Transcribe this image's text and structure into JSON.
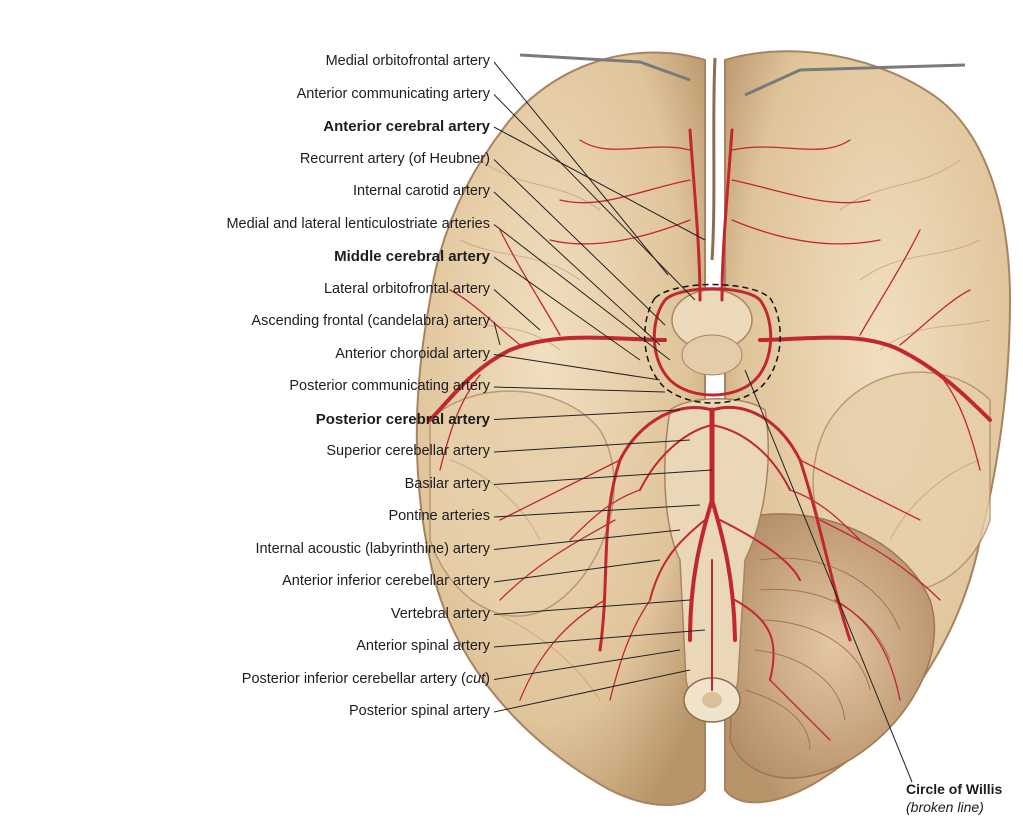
{
  "labels": [
    {
      "text": "Medial orbitofrontal artery",
      "bold": false
    },
    {
      "text": "Anterior communicating artery",
      "bold": false
    },
    {
      "text": "Anterior cerebral artery",
      "bold": true
    },
    {
      "text": "Recurrent artery (of Heubner)",
      "bold": false
    },
    {
      "text": "Internal carotid artery",
      "bold": false
    },
    {
      "text": "Medial and lateral lenticulostriate arteries",
      "bold": false
    },
    {
      "text": "Middle cerebral artery",
      "bold": true
    },
    {
      "text": "Lateral orbitofrontal artery",
      "bold": false
    },
    {
      "text": "Ascending frontal (candelabra) artery",
      "bold": false
    },
    {
      "text": "Anterior choroidal artery",
      "bold": false
    },
    {
      "text": "Posterior communicating artery",
      "bold": false
    },
    {
      "text": "Posterior cerebral artery",
      "bold": true
    },
    {
      "text": "Superior cerebellar artery",
      "bold": false
    },
    {
      "text": "Basilar artery",
      "bold": false
    },
    {
      "text": "Pontine arteries",
      "bold": false
    },
    {
      "text": "Internal acoustic (labyrinthine) artery",
      "bold": false
    },
    {
      "text": "Anterior inferior cerebellar artery",
      "bold": false
    },
    {
      "text": "Vertebral artery",
      "bold": false
    },
    {
      "text": "Anterior spinal artery",
      "bold": false
    },
    {
      "text": "Posterior inferior cerebellar artery",
      "bold": false,
      "italic_suffix": "cut"
    },
    {
      "text": "Posterior spinal artery",
      "bold": false
    }
  ],
  "circle_of_willis": {
    "title": "Circle of Willis",
    "subtitle": "(broken line)"
  },
  "colors": {
    "brain_fill": "#e6cda5",
    "brain_shadow": "#b79366",
    "artery": "#c0282d",
    "leader_line": "#222222"
  }
}
